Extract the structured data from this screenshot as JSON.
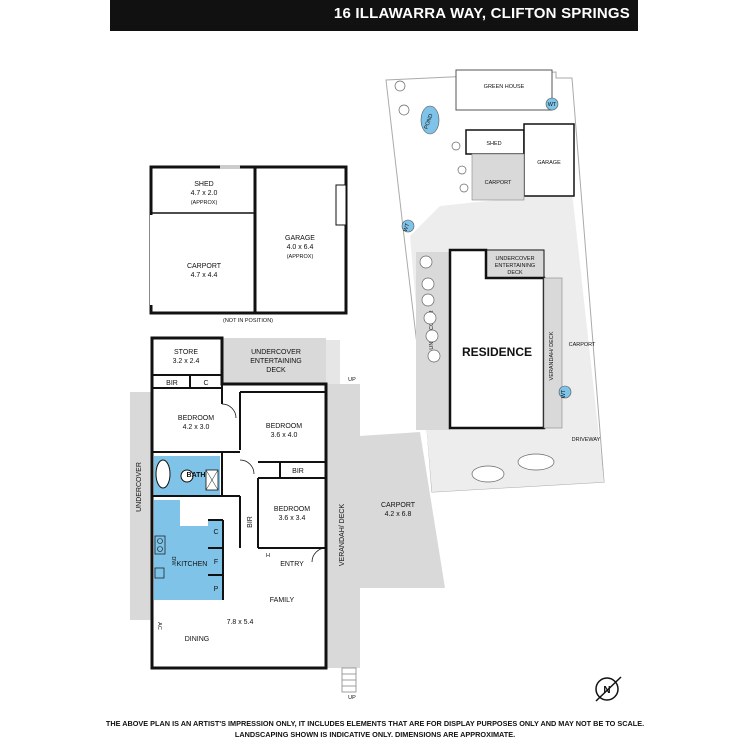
{
  "header": {
    "title": "16 ILLAWARRA WAY, CLIFTON SPRINGS"
  },
  "outbuilding": {
    "shed": {
      "name": "SHED",
      "dims": "4.7 x 2.0",
      "note": "(APPROX)"
    },
    "carport": {
      "name": "CARPORT",
      "dims": "4.7 x 4.4"
    },
    "garage": {
      "name": "GARAGE",
      "dims": "4.0 x 6.4",
      "note": "(APPROX)"
    },
    "position_note": "(NOT IN POSITION)"
  },
  "house": {
    "store": {
      "name": "STORE",
      "dims": "3.2 x 2.4"
    },
    "deck": {
      "line1": "UNDERCOVER",
      "line2": "ENTERTAINING",
      "line3": "DECK"
    },
    "bir1": "BIR",
    "c1": "C",
    "bed1": {
      "name": "BEDROOM",
      "dims": "4.2 x 3.0"
    },
    "bed2": {
      "name": "BEDROOM",
      "dims": "3.6 x 4.0"
    },
    "bir2": "BIR",
    "bed3": {
      "name": "BEDROOM",
      "dims": "3.6 x 3.4"
    },
    "bir3": "BIR",
    "bath": "BATH",
    "kitchen": "KITCHEN",
    "c2": "C",
    "f": "F",
    "p": "P",
    "dw": "DW",
    "entry": "ENTRY",
    "family": "FAMILY",
    "family_dims": "7.8 x 5.4",
    "dining": "DINING",
    "ac": "AC",
    "h": "H",
    "undercover": "UNDERCOVER",
    "verandah": "VERANDAH/ DECK",
    "carport": {
      "name": "CARPORT",
      "dims": "4.2 x 6.8"
    },
    "up1": "UP",
    "up2": "UP"
  },
  "site": {
    "greenhouse": "GREEN HOUSE",
    "wt1": "WT",
    "pond": "POND",
    "shed": "SHED",
    "garage": "GARAGE",
    "carport1": "CARPORT",
    "wt2": "WT",
    "deck1": "UNDERCOVER",
    "deck2": "ENTERTAINING",
    "deck3": "DECK",
    "undercover": "UNDERCOVER",
    "residence": "RESIDENCE",
    "verandah": "VERANDAH/ DECK",
    "carport2": "CARPORT",
    "wt3": "WT",
    "driveway": "DRIVEWAY"
  },
  "compass": "N",
  "disclaimer": {
    "line1": "THE ABOVE PLAN IS AN ARTIST'S IMPRESSION ONLY, IT INCLUDES ELEMENTS THAT ARE FOR DISPLAY PURPOSES ONLY AND MAY NOT BE TO SCALE.",
    "line2": "LANDSCAPING SHOWN IS INDICATIVE ONLY. DIMENSIONS ARE APPROXIMATE."
  },
  "colors": {
    "kitchen": "#7fc4e8",
    "deck": "#d9d9d9",
    "wall": "#111111",
    "header": "#111111"
  }
}
